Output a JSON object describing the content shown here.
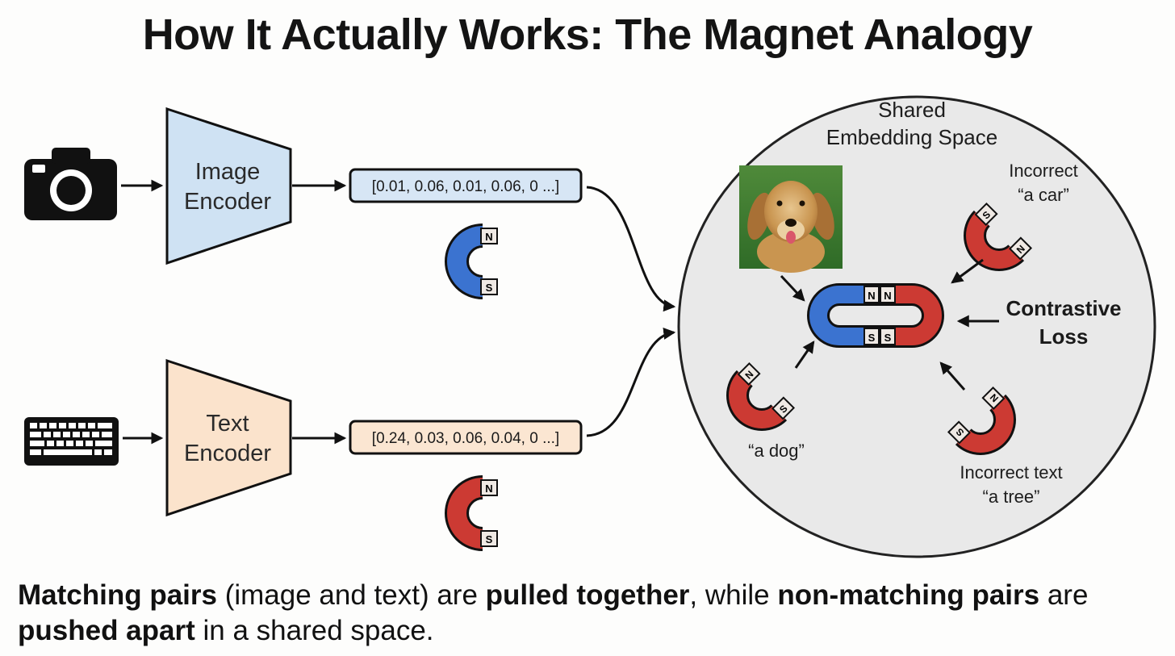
{
  "title": "How It Actually Works: The Magnet Analogy",
  "encoders": {
    "image": {
      "line1": "Image",
      "line2": "Encoder",
      "input_icon": "camera-icon",
      "fill": "#cfe2f3"
    },
    "text": {
      "line1": "Text",
      "line2": "Encoder",
      "input_icon": "keyboard-icon",
      "fill": "#fbe3cc"
    }
  },
  "embeddings": {
    "image_vector": "[0.01, 0.06, 0.01, 0.06, 0 ...]",
    "text_vector": "[0.24, 0.03, 0.06, 0.04, 0 ...]"
  },
  "poles": {
    "north": "N",
    "south": "S"
  },
  "space": {
    "title_line1": "Shared",
    "title_line2": "Embedding Space",
    "image_icon": "dog-photo-icon",
    "loss_line1": "Contrastive",
    "loss_line2": "Loss",
    "label_dog": "“a dog”",
    "label_car_line1": "Incorrect",
    "label_car_line2": "“a car”",
    "label_tree_line1": "Incorrect text",
    "label_tree_line2": "“a tree”"
  },
  "colors": {
    "image_magnet": "#3b73d0",
    "text_magnet": "#cc3a33",
    "circle": "#e9e9e9"
  },
  "caption": {
    "p1": "Matching pairs",
    "p2": " (image and text) are ",
    "p3": "pulled together",
    "p4": ", while ",
    "p5": "non-matching pairs",
    "p6": " are ",
    "p7": "pushed apart",
    "p8": " in a shared space."
  }
}
